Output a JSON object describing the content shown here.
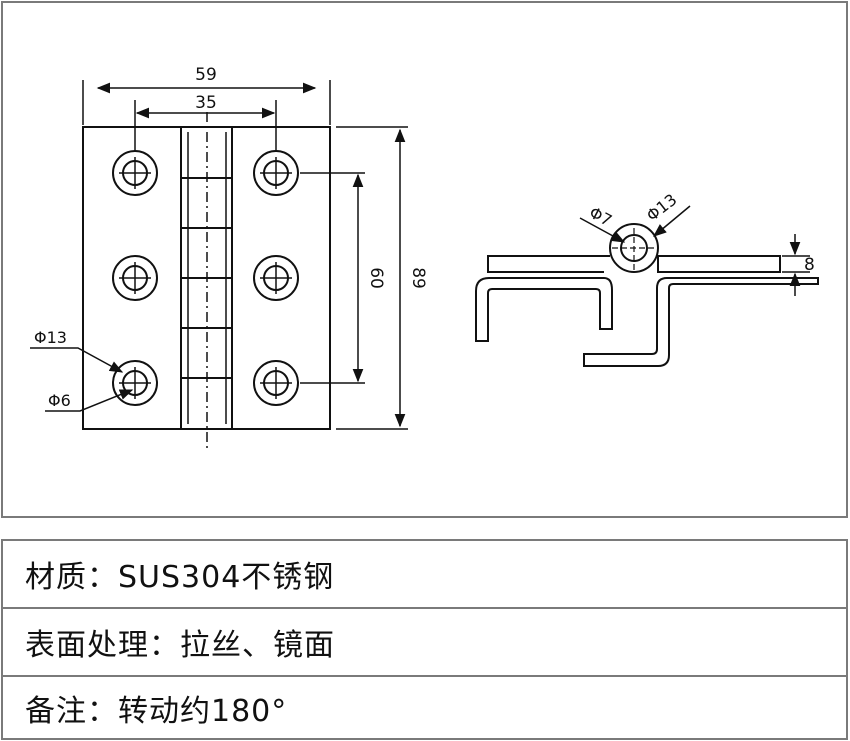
{
  "drawing": {
    "front_view": {
      "dim_overall_width": "59",
      "dim_hole_spacing_x": "35",
      "dim_hole_spacing_y": "60",
      "dim_overall_height": "89",
      "dim_counterbore": "Φ13",
      "dim_hole": "Φ6"
    },
    "side_view": {
      "dim_pin": "Φ7",
      "dim_knuckle": "Φ13",
      "dim_thickness": "8"
    }
  },
  "specs": [
    {
      "label": "材质：",
      "value": "SUS304不锈钢"
    },
    {
      "label": "表面处理：",
      "value": "拉丝、镜面"
    },
    {
      "label": "备注：",
      "value": "转动约180°"
    }
  ]
}
